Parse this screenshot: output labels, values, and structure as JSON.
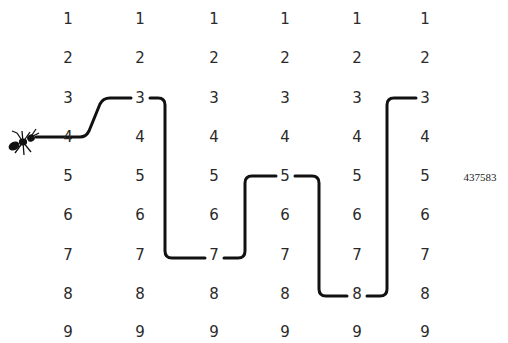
{
  "diagram": {
    "labels": [
      "1",
      "1",
      "1",
      "1",
      "1",
      "1",
      "2",
      "2",
      "2",
      "2",
      "2",
      "2",
      "3",
      "3",
      "3",
      "3",
      "3",
      "3",
      "4",
      "4",
      "4",
      "4",
      "4",
      "4",
      "5",
      "5",
      "5",
      "5",
      "5",
      "5",
      "437583",
      "6",
      "6",
      "6",
      "6",
      "6",
      "6",
      "7",
      "7",
      "7",
      "7",
      "7",
      "7",
      "8",
      "8",
      "8",
      "8",
      "8",
      "8",
      "9",
      "9",
      "9",
      "9",
      "9",
      "9"
    ]
  }
}
